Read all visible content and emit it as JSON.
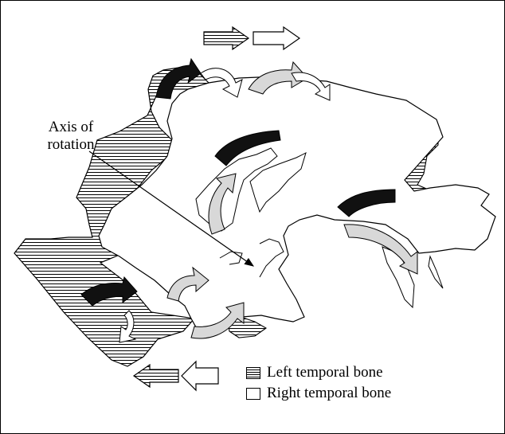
{
  "axis_label": {
    "line1": "Axis of",
    "line2": "rotation"
  },
  "legend": {
    "left": "Left temporal bone",
    "right": "Right temporal bone"
  },
  "colors": {
    "line": "#000000",
    "dark_arrow": "#111111",
    "light_arrow": "#d8d8d8",
    "background": "#ffffff"
  }
}
